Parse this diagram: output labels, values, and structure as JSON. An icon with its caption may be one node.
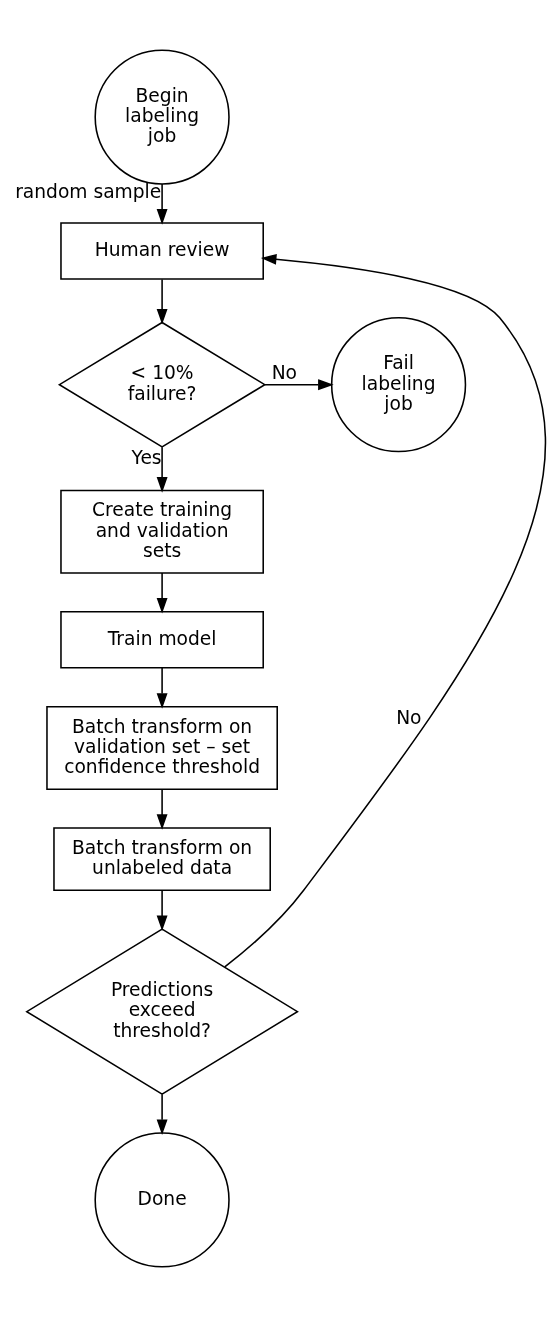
{
  "diagram": {
    "nodes": [
      {
        "text": [
          "Begin labeling job"
        ]
      },
      {
        "text": [
          "Human review"
        ]
      },
      {
        "text": [
          "< 10% failure?"
        ]
      },
      {
        "text": [
          "Fail labeling job"
        ]
      },
      {
        "text": [
          "Create training and validation sets"
        ]
      },
      {
        "text": [
          "Train model"
        ]
      },
      {
        "text": [
          "Batch transform on validation set – set confidence threshold"
        ]
      },
      {
        "text": [
          "Batch transform on unlabeled data"
        ]
      },
      {
        "text": [
          "Predictions exceed threshold?"
        ]
      },
      {
        "text": [
          "Done"
        ]
      }
    ],
    "edges": [
      {
        "from": 0,
        "to": 1,
        "arrow": "to",
        "label": "random sample"
      },
      {
        "from": 1,
        "to": 2,
        "arrow": "to"
      },
      {
        "from": 2,
        "to": 3,
        "arrow": "to",
        "label": "No"
      },
      {
        "from": 2,
        "to": 4,
        "arrow": "to",
        "label": "Yes"
      },
      {
        "from": 4,
        "to": 5,
        "arrow": "to"
      },
      {
        "from": 5,
        "to": 6,
        "arrow": "to"
      },
      {
        "from": 6,
        "to": 7,
        "arrow": "to"
      },
      {
        "from": 7,
        "to": 8,
        "arrow": "to"
      },
      {
        "from": 8,
        "to": 1,
        "arrow": "to",
        "label": "No"
      },
      {
        "from": 8,
        "to": 9,
        "arrow": "to"
      }
    ]
  }
}
